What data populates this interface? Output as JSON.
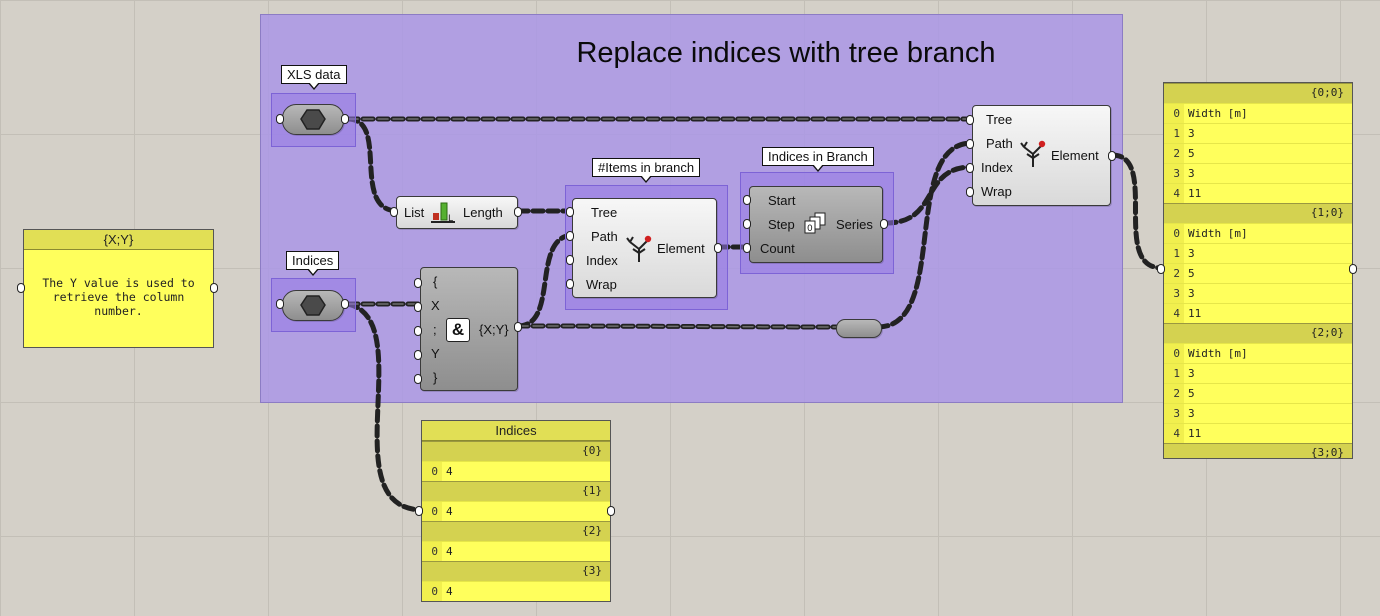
{
  "group": {
    "title": "Replace indices with tree branch"
  },
  "note_panel": {
    "title": "{X;Y}",
    "text": "The Y value is used to retrieve the column number."
  },
  "bubbles": {
    "xls_data": "XLS data",
    "indices": "Indices",
    "items_in_branch": "#Items in branch",
    "indices_in_branch": "Indices in Branch"
  },
  "list_length": {
    "input": "List",
    "output": "Length"
  },
  "list_item_1": {
    "inputs": [
      "Tree",
      "Path",
      "Index",
      "Wrap"
    ],
    "output": "Element"
  },
  "series": {
    "inputs": [
      "Start",
      "Step",
      "Count"
    ],
    "output": "Series"
  },
  "concat": {
    "inputs": [
      "{",
      "X",
      ";",
      "Y",
      "}"
    ],
    "output": "{X;Y}"
  },
  "list_item_2": {
    "inputs": [
      "Tree",
      "Path",
      "Index",
      "Wrap"
    ],
    "output": "Element"
  },
  "indices_panel": {
    "title": "Indices",
    "branches": [
      {
        "path": "{0}",
        "rows": [
          {
            "i": "0",
            "v": "4"
          }
        ]
      },
      {
        "path": "{1}",
        "rows": [
          {
            "i": "0",
            "v": "4"
          }
        ]
      },
      {
        "path": "{2}",
        "rows": [
          {
            "i": "0",
            "v": "4"
          }
        ]
      },
      {
        "path": "{3}",
        "rows": [
          {
            "i": "0",
            "v": "4"
          }
        ]
      }
    ]
  },
  "output_panel": {
    "branches": [
      {
        "path": "{0;0}",
        "rows": [
          {
            "i": "0",
            "v": "Width [m]"
          },
          {
            "i": "1",
            "v": "3"
          },
          {
            "i": "2",
            "v": "5"
          },
          {
            "i": "3",
            "v": "3"
          },
          {
            "i": "4",
            "v": "11"
          }
        ]
      },
      {
        "path": "{1;0}",
        "rows": [
          {
            "i": "0",
            "v": "Width [m]"
          },
          {
            "i": "1",
            "v": "3"
          },
          {
            "i": "2",
            "v": "5"
          },
          {
            "i": "3",
            "v": "3"
          },
          {
            "i": "4",
            "v": "11"
          }
        ]
      },
      {
        "path": "{2;0}",
        "rows": [
          {
            "i": "0",
            "v": "Width [m]"
          },
          {
            "i": "1",
            "v": "3"
          },
          {
            "i": "2",
            "v": "5"
          },
          {
            "i": "3",
            "v": "3"
          },
          {
            "i": "4",
            "v": "11"
          }
        ]
      },
      {
        "path": "{3;0}",
        "rows": []
      }
    ]
  }
}
